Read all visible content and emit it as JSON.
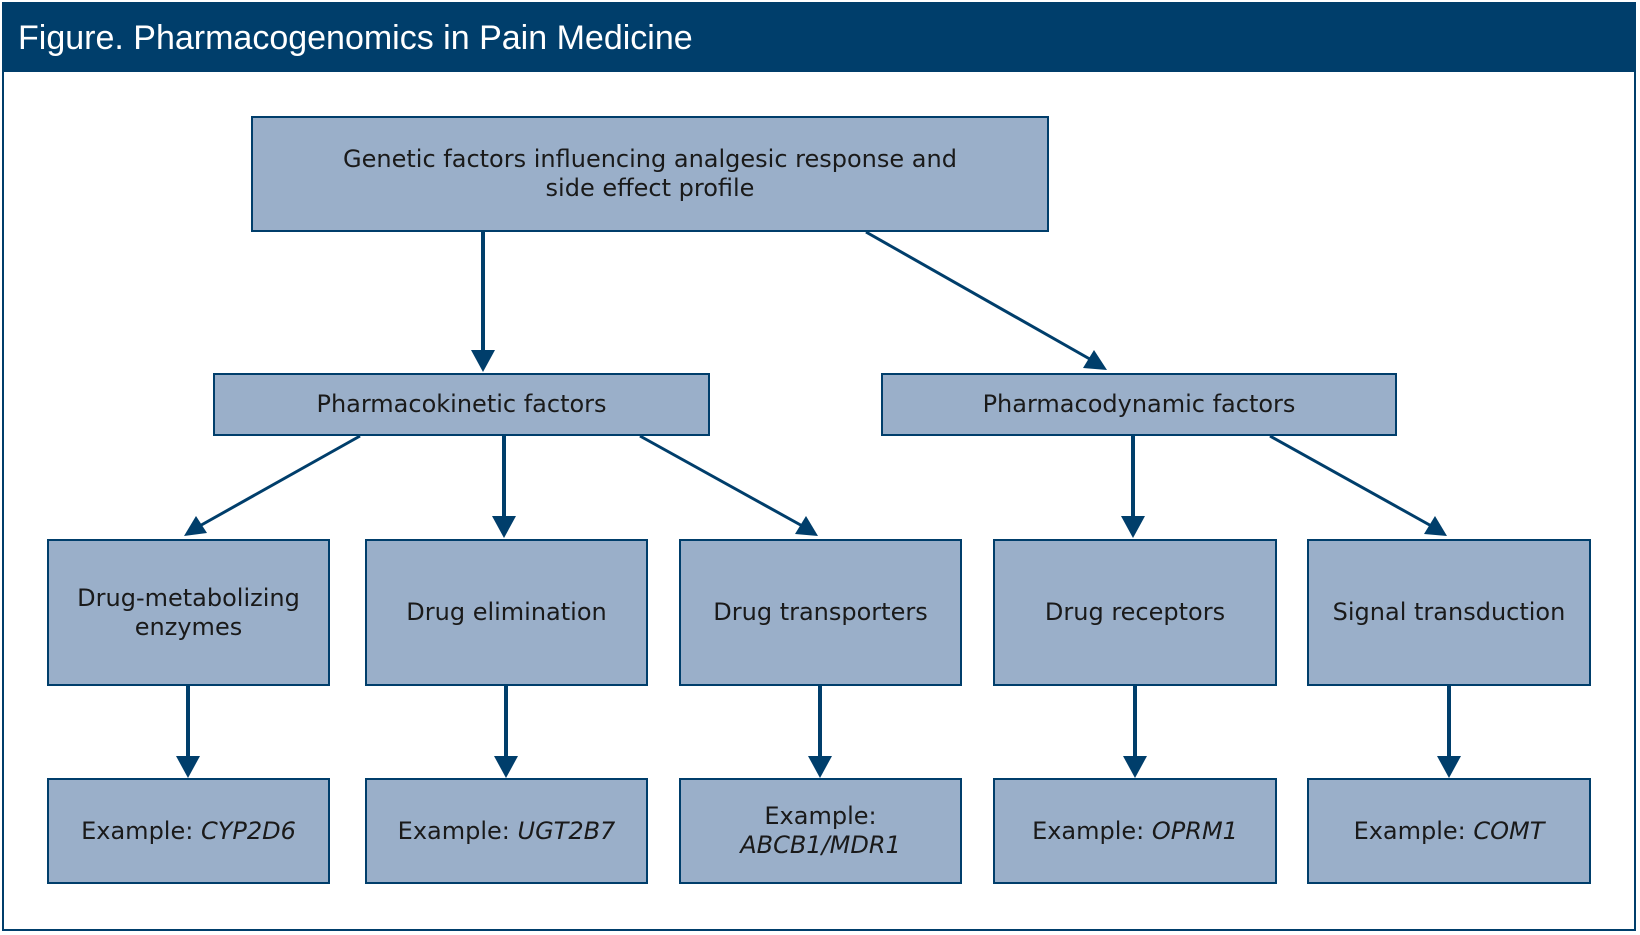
{
  "figure": {
    "title": "Figure. Pharmacogenomics in Pain Medicine"
  },
  "colors": {
    "header_bg": "#003e6b",
    "box_fill": "#9aafc9",
    "box_border": "#003e6b",
    "arrow": "#003e6b"
  },
  "nodes": {
    "root": {
      "label": "Genetic factors influencing analgesic response and side effect profile"
    },
    "pk": {
      "label": "Pharmacokinetic factors"
    },
    "pd": {
      "label": "Pharmacodynamic factors"
    },
    "metabolizing": {
      "label": "Drug-metabolizing enzymes"
    },
    "elimination": {
      "label": "Drug elimination"
    },
    "transporters": {
      "label": "Drug transporters"
    },
    "receptors": {
      "label": "Drug receptors"
    },
    "signal": {
      "label": "Signal transduction"
    },
    "ex_cyp2d6": {
      "prefix": "Example: ",
      "gene": "CYP2D6"
    },
    "ex_ugt2b7": {
      "prefix": "Example: ",
      "gene": "UGT2B7"
    },
    "ex_abcb1": {
      "prefix": "Example: ",
      "gene": "ABCB1/MDR1"
    },
    "ex_oprm1": {
      "prefix": "Example: ",
      "gene": "OPRM1"
    },
    "ex_comt": {
      "prefix": "Example: ",
      "gene": "COMT"
    }
  },
  "edges": [
    {
      "from": "root",
      "to": "pk"
    },
    {
      "from": "root",
      "to": "pd"
    },
    {
      "from": "pk",
      "to": "metabolizing"
    },
    {
      "from": "pk",
      "to": "elimination"
    },
    {
      "from": "pk",
      "to": "transporters"
    },
    {
      "from": "pd",
      "to": "receptors"
    },
    {
      "from": "pd",
      "to": "signal"
    },
    {
      "from": "metabolizing",
      "to": "ex_cyp2d6"
    },
    {
      "from": "elimination",
      "to": "ex_ugt2b7"
    },
    {
      "from": "transporters",
      "to": "ex_abcb1"
    },
    {
      "from": "receptors",
      "to": "ex_oprm1"
    },
    {
      "from": "signal",
      "to": "ex_comt"
    }
  ]
}
